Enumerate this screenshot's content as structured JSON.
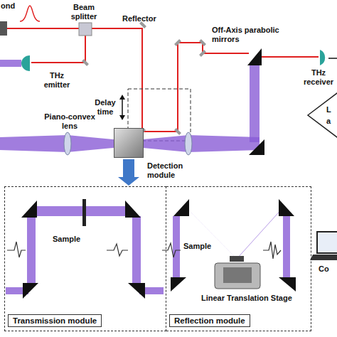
{
  "diagram": {
    "nodes": [
      {
        "text": [
          "Detection module"
        ]
      },
      {
        "text": [
          "Transmission module"
        ]
      },
      {
        "text": [
          "Reflection module"
        ]
      },
      {
        "text": [
          "L a"
        ]
      }
    ],
    "edges": [
      {
        "from": 0,
        "to": 1,
        "arrow": "to"
      }
    ],
    "labels": [
      "ond",
      "Beam splitter",
      "Reflector",
      "THz emitter",
      "Delay time",
      "Off-Axis parabolic mirrors",
      "THz receiver",
      "Piano-convex lens",
      "Sample",
      "Sample",
      "Linear Translation Stage",
      "Co"
    ]
  }
}
